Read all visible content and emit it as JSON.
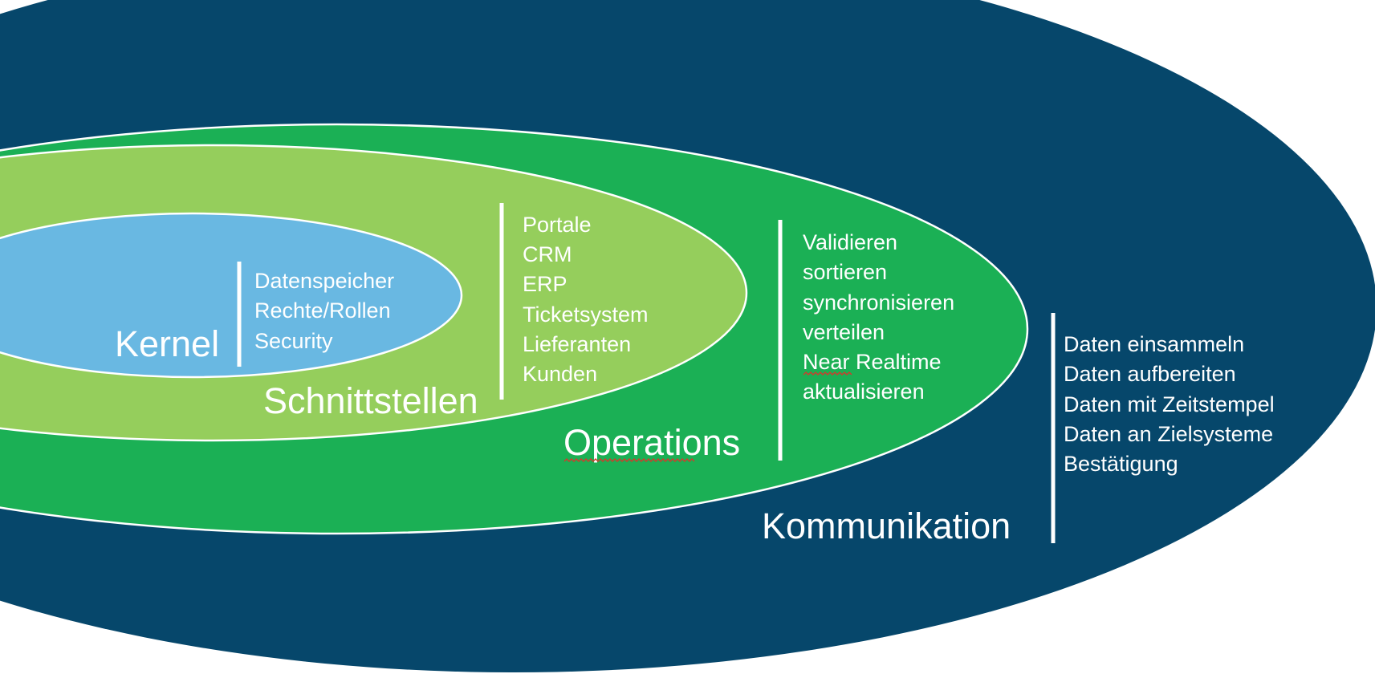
{
  "layers": [
    {
      "key": "kommunikation",
      "title": "Kommunikation",
      "color": "#06476b",
      "items": [
        "Daten einsammeln",
        "Daten aufbereiten",
        "Daten mit Zeitstempel",
        "Daten an Zielsysteme",
        "Bestätigung"
      ]
    },
    {
      "key": "operations",
      "title": "Operations",
      "color": "#1bb055",
      "items": [
        "Validieren",
        "sortieren",
        "synchronisieren",
        "verteilen",
        "Near Realtime",
        "aktualisieren"
      ]
    },
    {
      "key": "schnittstellen",
      "title": "Schnittstellen",
      "color": "#95ce5c",
      "items": [
        "Portale",
        "CRM",
        "ERP",
        "Ticketsystem",
        "Lieferanten",
        "Kunden"
      ]
    },
    {
      "key": "kernel",
      "title": "Kernel",
      "color": "#69b8e2",
      "items": [
        "Datenspeicher",
        "Rechte/Rollen",
        "Security"
      ]
    }
  ]
}
